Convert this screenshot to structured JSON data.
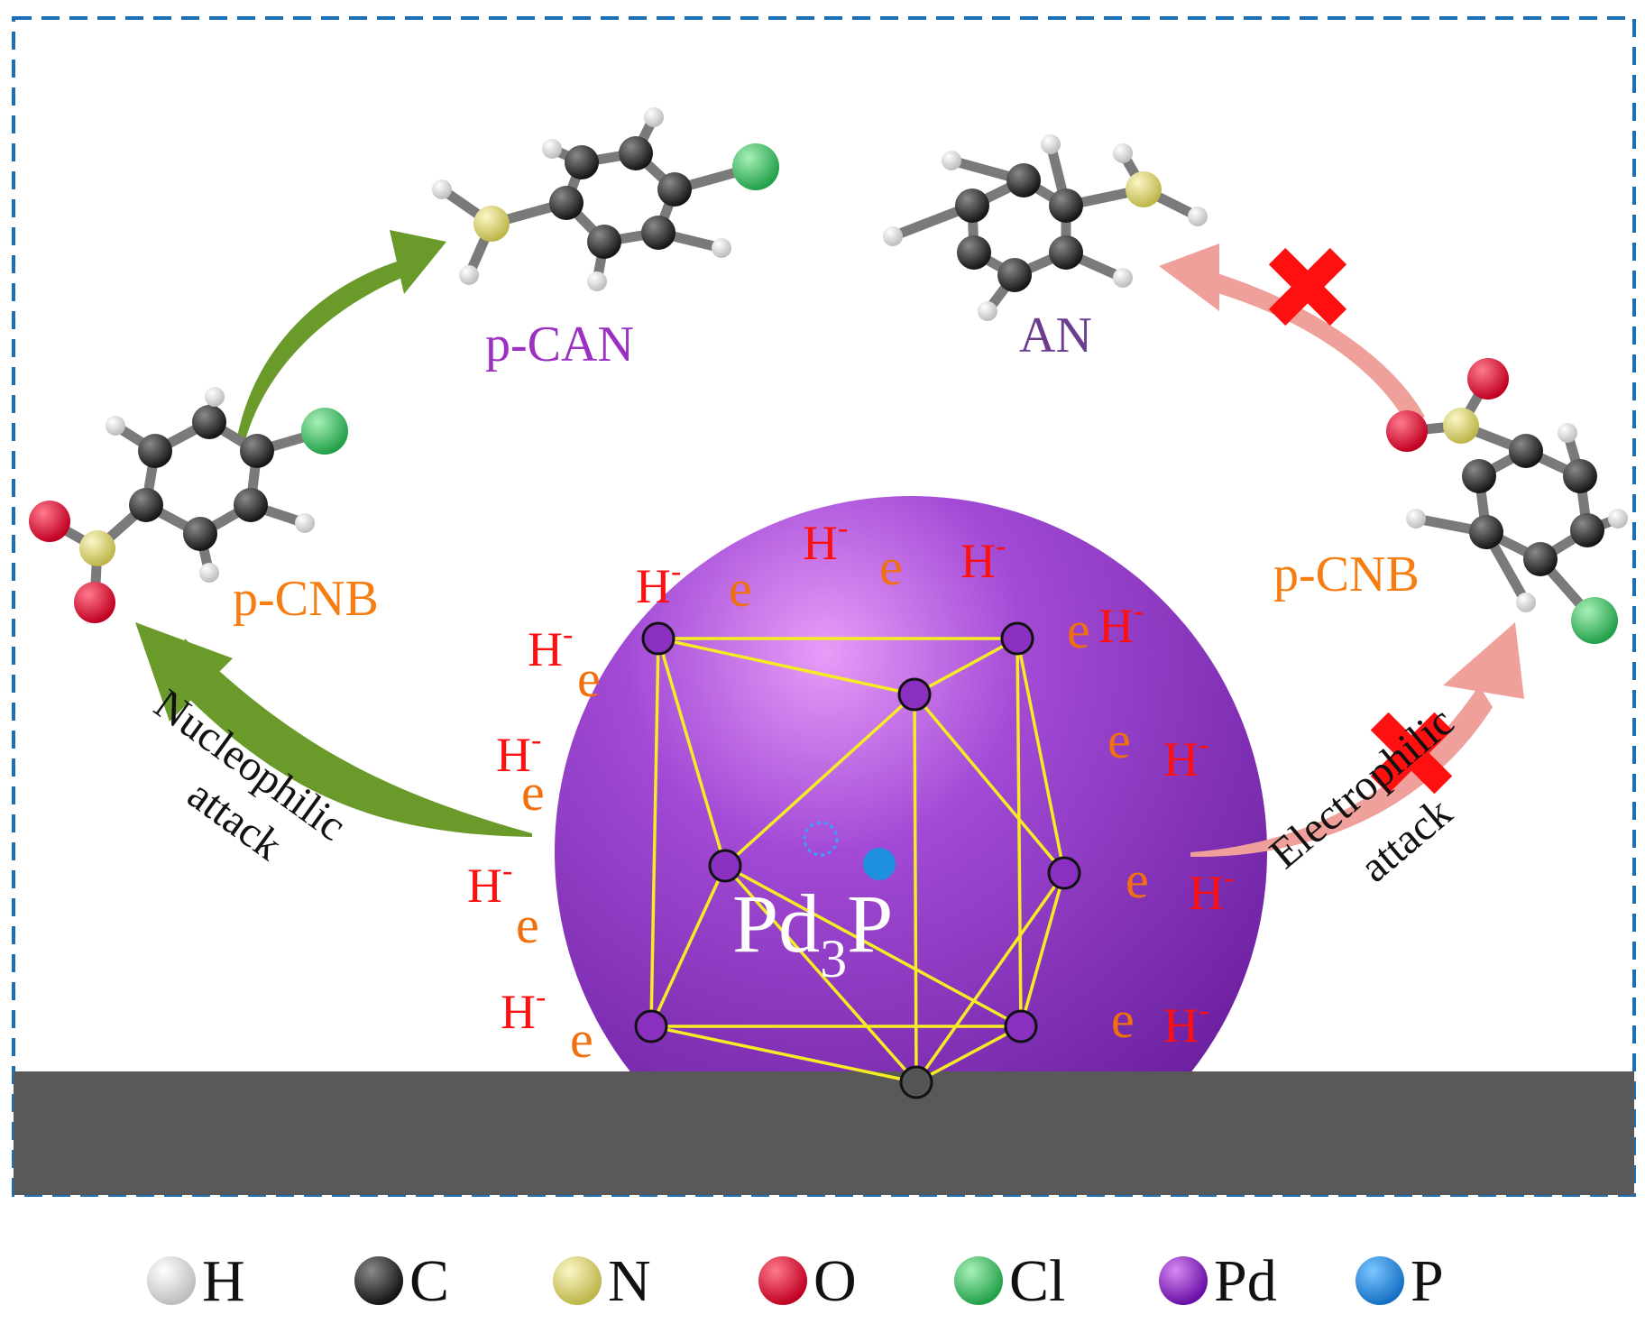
{
  "molecules": {
    "left_reactant": "p-CNB",
    "right_reactant": "p-CNB",
    "product_left": "p-CAN",
    "product_right": "AN"
  },
  "catalyst": {
    "label_main": "Pd",
    "label_sub": "3",
    "label_tail": "P"
  },
  "arrows": {
    "left_line1": "Nucleophilic",
    "left_line2": "attack",
    "right_line1": "Electrophilic",
    "right_line2": "attack"
  },
  "symbols": {
    "hydride": "H",
    "charge": "-",
    "electron": "e"
  },
  "legend": [
    {
      "label": "H",
      "color": "#f2f2f2"
    },
    {
      "label": "C",
      "color": "#2b2b2b"
    },
    {
      "label": "N",
      "color": "#e3e08a"
    },
    {
      "label": "O",
      "color": "#e8173c"
    },
    {
      "label": "Cl",
      "color": "#3fcf6a"
    },
    {
      "label": "Pd",
      "color": "#8a16c4"
    },
    {
      "label": "P",
      "color": "#1f8fe0"
    }
  ],
  "colors": {
    "frame": "#1b6fb5",
    "substrate": "#595959",
    "sphere": "#8a2fc0",
    "cage": "#f5ec24",
    "hydride_text": "#ff1010",
    "electron_text": "#f07010",
    "reactant_text": "#f57d12",
    "pcan_text": "#9b30c2",
    "an_text": "#6a3d8f",
    "good_arrow": "#6a9a2a",
    "bad_arrow": "#f0a09a",
    "cross": "#ff1010"
  }
}
